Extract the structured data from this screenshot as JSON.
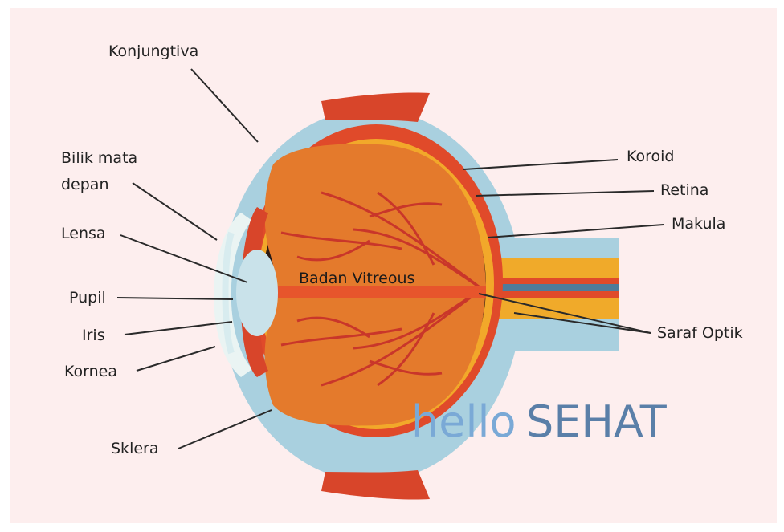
{
  "labels": {
    "konjungtiva": "Konjungtiva",
    "bilik_line1": "Bilik mata",
    "bilik_line2": "depan",
    "lensa": "Lensa",
    "pupil": "Pupil",
    "iris": "Iris",
    "kornea": "Kornea",
    "sklera": "Sklera",
    "koroid": "Koroid",
    "retina": "Retina",
    "makula": "Makula",
    "saraf_optik": "Saraf Optik",
    "badan_vitreous": "Badan Vitreous"
  },
  "watermark": {
    "part1": "hello",
    "part2": "SEHAT"
  },
  "colors": {
    "background": "#fdeeee",
    "sclera": "#a9d0df",
    "choroid": "#e04a2a",
    "retina": "#f2a82a",
    "vitreous": "#e47a2c",
    "vessels": "#c9362a",
    "lens": "#c9e2ea",
    "cornea": "#eaf4f3",
    "optic_blue": "#4f7b9a",
    "brand_light": "#7aa9d6",
    "brand_dark": "#5a7fa8"
  }
}
